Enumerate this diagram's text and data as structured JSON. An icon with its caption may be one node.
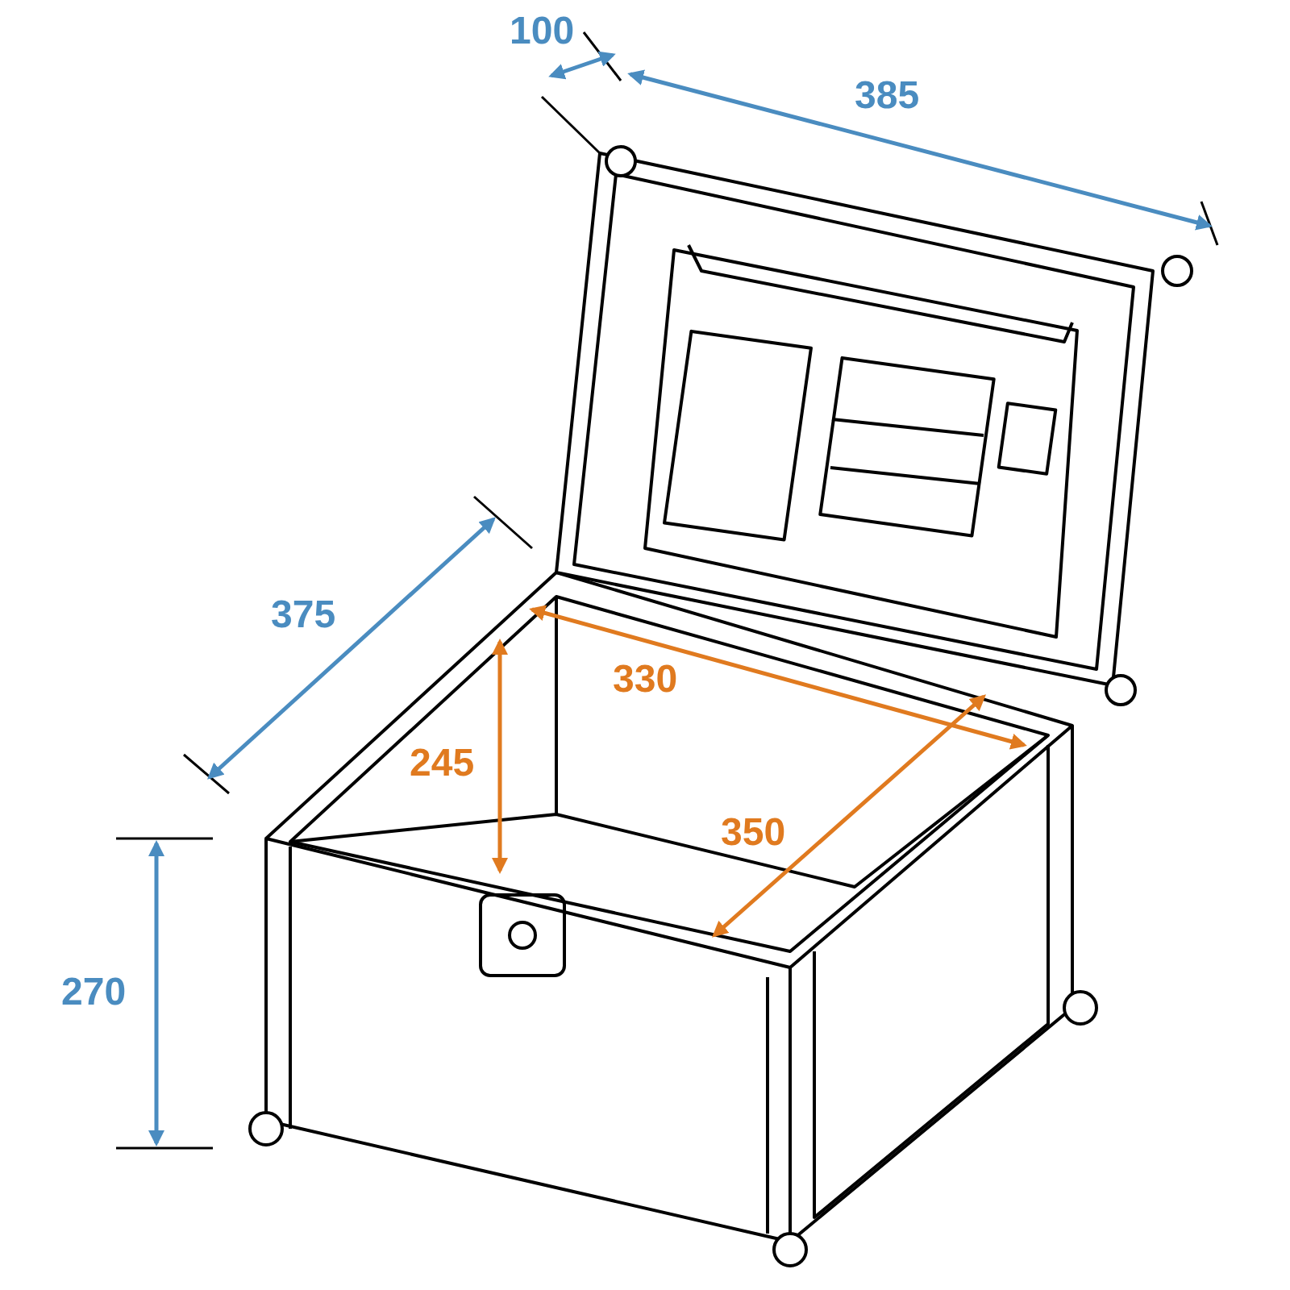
{
  "diagram": {
    "labels": [
      "100",
      "385",
      "375",
      "330",
      "245",
      "350",
      "270"
    ]
  }
}
